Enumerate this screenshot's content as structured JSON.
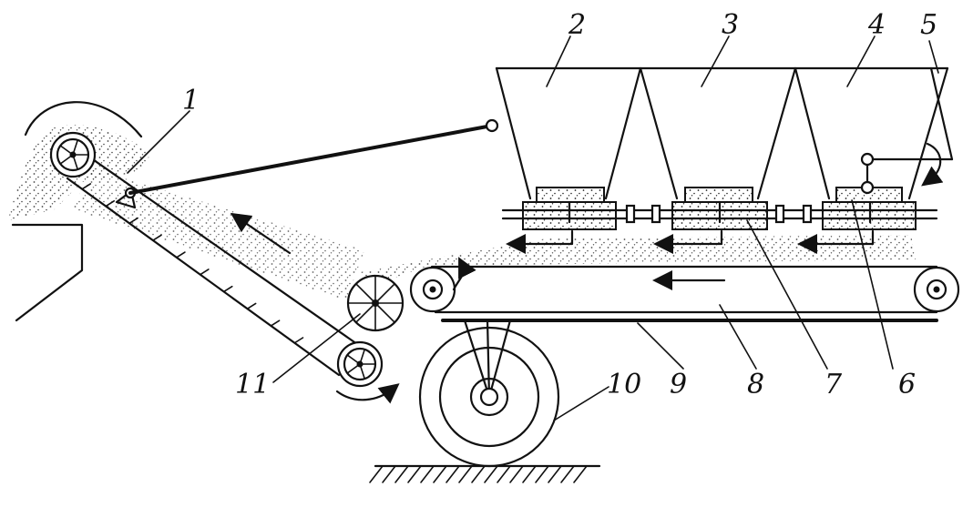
{
  "labels": {
    "l1": "1",
    "l2": "2",
    "l3": "3",
    "l4": "4",
    "l5": "5",
    "l6": "6",
    "l7": "7",
    "l8": "8",
    "l9": "9",
    "l10": "10",
    "l11": "11"
  },
  "colors": {
    "ink": "#111111",
    "background": "#ffffff"
  }
}
